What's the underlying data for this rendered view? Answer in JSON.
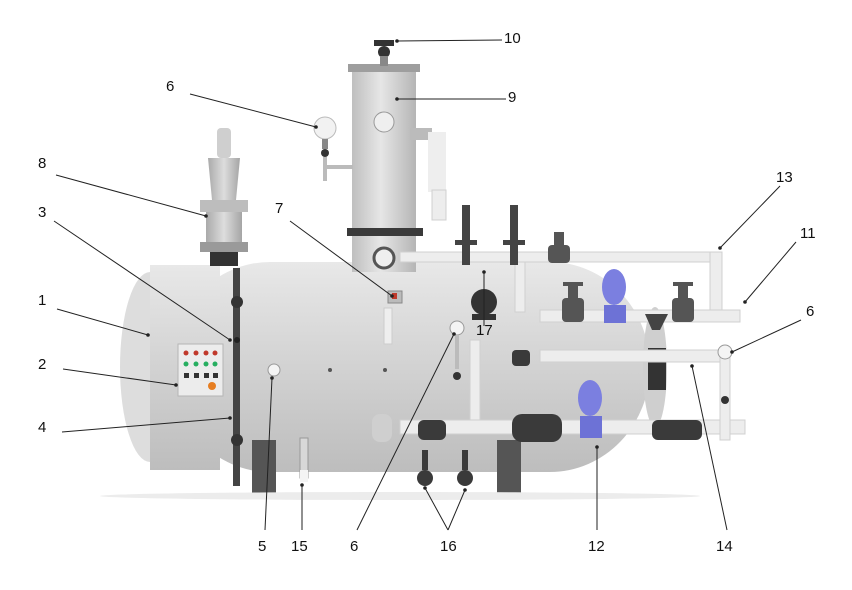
{
  "callouts": [
    {
      "id": "c1",
      "text": "1"
    },
    {
      "id": "c2",
      "text": "2"
    },
    {
      "id": "c3",
      "text": "3"
    },
    {
      "id": "c4",
      "text": "4"
    },
    {
      "id": "c5",
      "text": "5"
    },
    {
      "id": "c6a",
      "text": "6"
    },
    {
      "id": "c6b",
      "text": "6"
    },
    {
      "id": "c6c",
      "text": "6"
    },
    {
      "id": "c7",
      "text": "7"
    },
    {
      "id": "c8",
      "text": "8"
    },
    {
      "id": "c9",
      "text": "9"
    },
    {
      "id": "c10",
      "text": "10"
    },
    {
      "id": "c11",
      "text": "11"
    },
    {
      "id": "c12",
      "text": "12"
    },
    {
      "id": "c13",
      "text": "13"
    },
    {
      "id": "c14",
      "text": "14"
    },
    {
      "id": "c15",
      "text": "15"
    },
    {
      "id": "c16",
      "text": "16"
    },
    {
      "id": "c17",
      "text": "17"
    }
  ],
  "colors": {
    "vessel": "#dcdcdc",
    "vessel_shade": "#c4c4c4",
    "pipe": "#ececec",
    "dark_fitting": "#3a3a3a",
    "actuator_blue": "#7b7fe0",
    "panel": "#e4e4e4",
    "leader": "#222222"
  }
}
